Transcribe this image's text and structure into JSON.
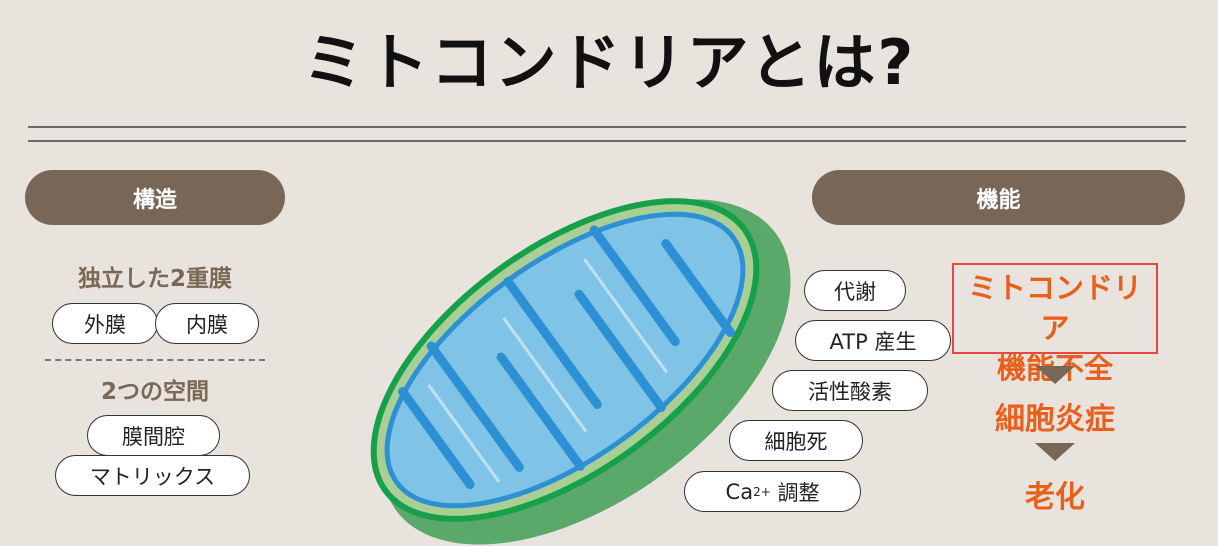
{
  "title": "ミトコンドリアとは?",
  "structure": {
    "header": "構造",
    "double_membrane_label": "独立した2重膜",
    "membranes": [
      "外膜",
      "内膜"
    ],
    "spaces_label": "2つの空間",
    "spaces": [
      "膜間腔",
      "マトリックス"
    ]
  },
  "function": {
    "header": "機能",
    "items": [
      "代謝",
      "ATP 産生",
      "活性酸素",
      "細胞死"
    ],
    "calcium": {
      "prefix": "Ca",
      "superscript": "2+",
      "suffix": " 調整"
    },
    "dysfunction": [
      "ミトコンドリア",
      "機能不全"
    ],
    "chain": [
      "細胞炎症",
      "老化"
    ]
  },
  "colors": {
    "brown": "#786656",
    "orange": "#e8601c",
    "highlight_border": "#e84545",
    "background": "#e8e3dd"
  }
}
